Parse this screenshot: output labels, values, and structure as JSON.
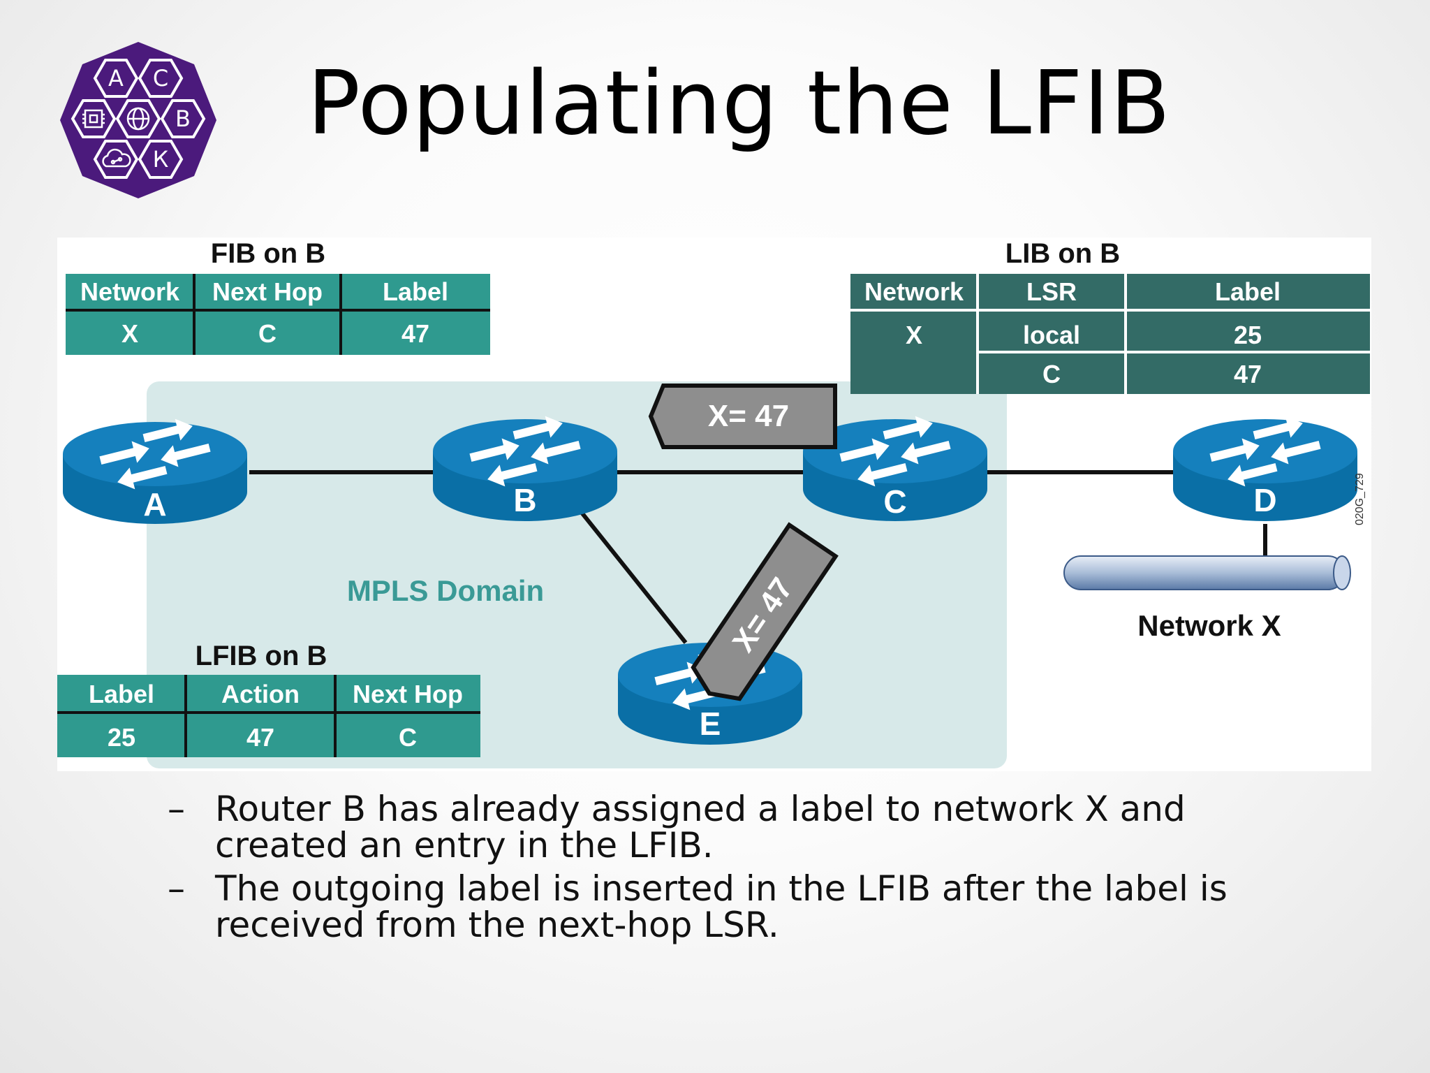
{
  "slide": {
    "title": "Populating the LFIB",
    "logo": {
      "letters": [
        "A",
        "C",
        "B",
        "К"
      ],
      "color": "#4b1a7c"
    }
  },
  "diagram": {
    "fib": {
      "title": "FIB on B",
      "headers": [
        "Network",
        "Next Hop",
        "Label"
      ],
      "rows": [
        [
          "X",
          "C",
          "47"
        ]
      ]
    },
    "lib": {
      "title": "LIB on B",
      "headers": [
        "Network",
        "LSR",
        "Label"
      ],
      "network": "X",
      "rows": [
        [
          "local",
          "25"
        ],
        [
          "C",
          "47"
        ]
      ]
    },
    "lfib": {
      "title": "LFIB on B",
      "headers": [
        "Label",
        "Action",
        "Next Hop"
      ],
      "rows": [
        [
          "25",
          "47",
          "C"
        ]
      ]
    },
    "routers": [
      "A",
      "B",
      "C",
      "D",
      "E"
    ],
    "domain_label": "MPLS Domain",
    "network_label": "Network X",
    "tag_c_to_b": "X= 47",
    "tag_c_to_e": "X= 47",
    "figure_id": "020G_729",
    "colors": {
      "table_teal": "#2f9a8f",
      "table_dark": "#336b66",
      "domain_fill": "#d7e9e9",
      "domain_text": "#3a9a96",
      "router_top": "#1580bd",
      "router_side": "#0a6fa6",
      "tag_fill": "#8e8e8e"
    }
  },
  "bullets": [
    "Router B has already assigned a label to network X and created an entry in the LFIB.",
    "The outgoing label is inserted in the LFIB after the label is received from the next-hop LSR."
  ]
}
